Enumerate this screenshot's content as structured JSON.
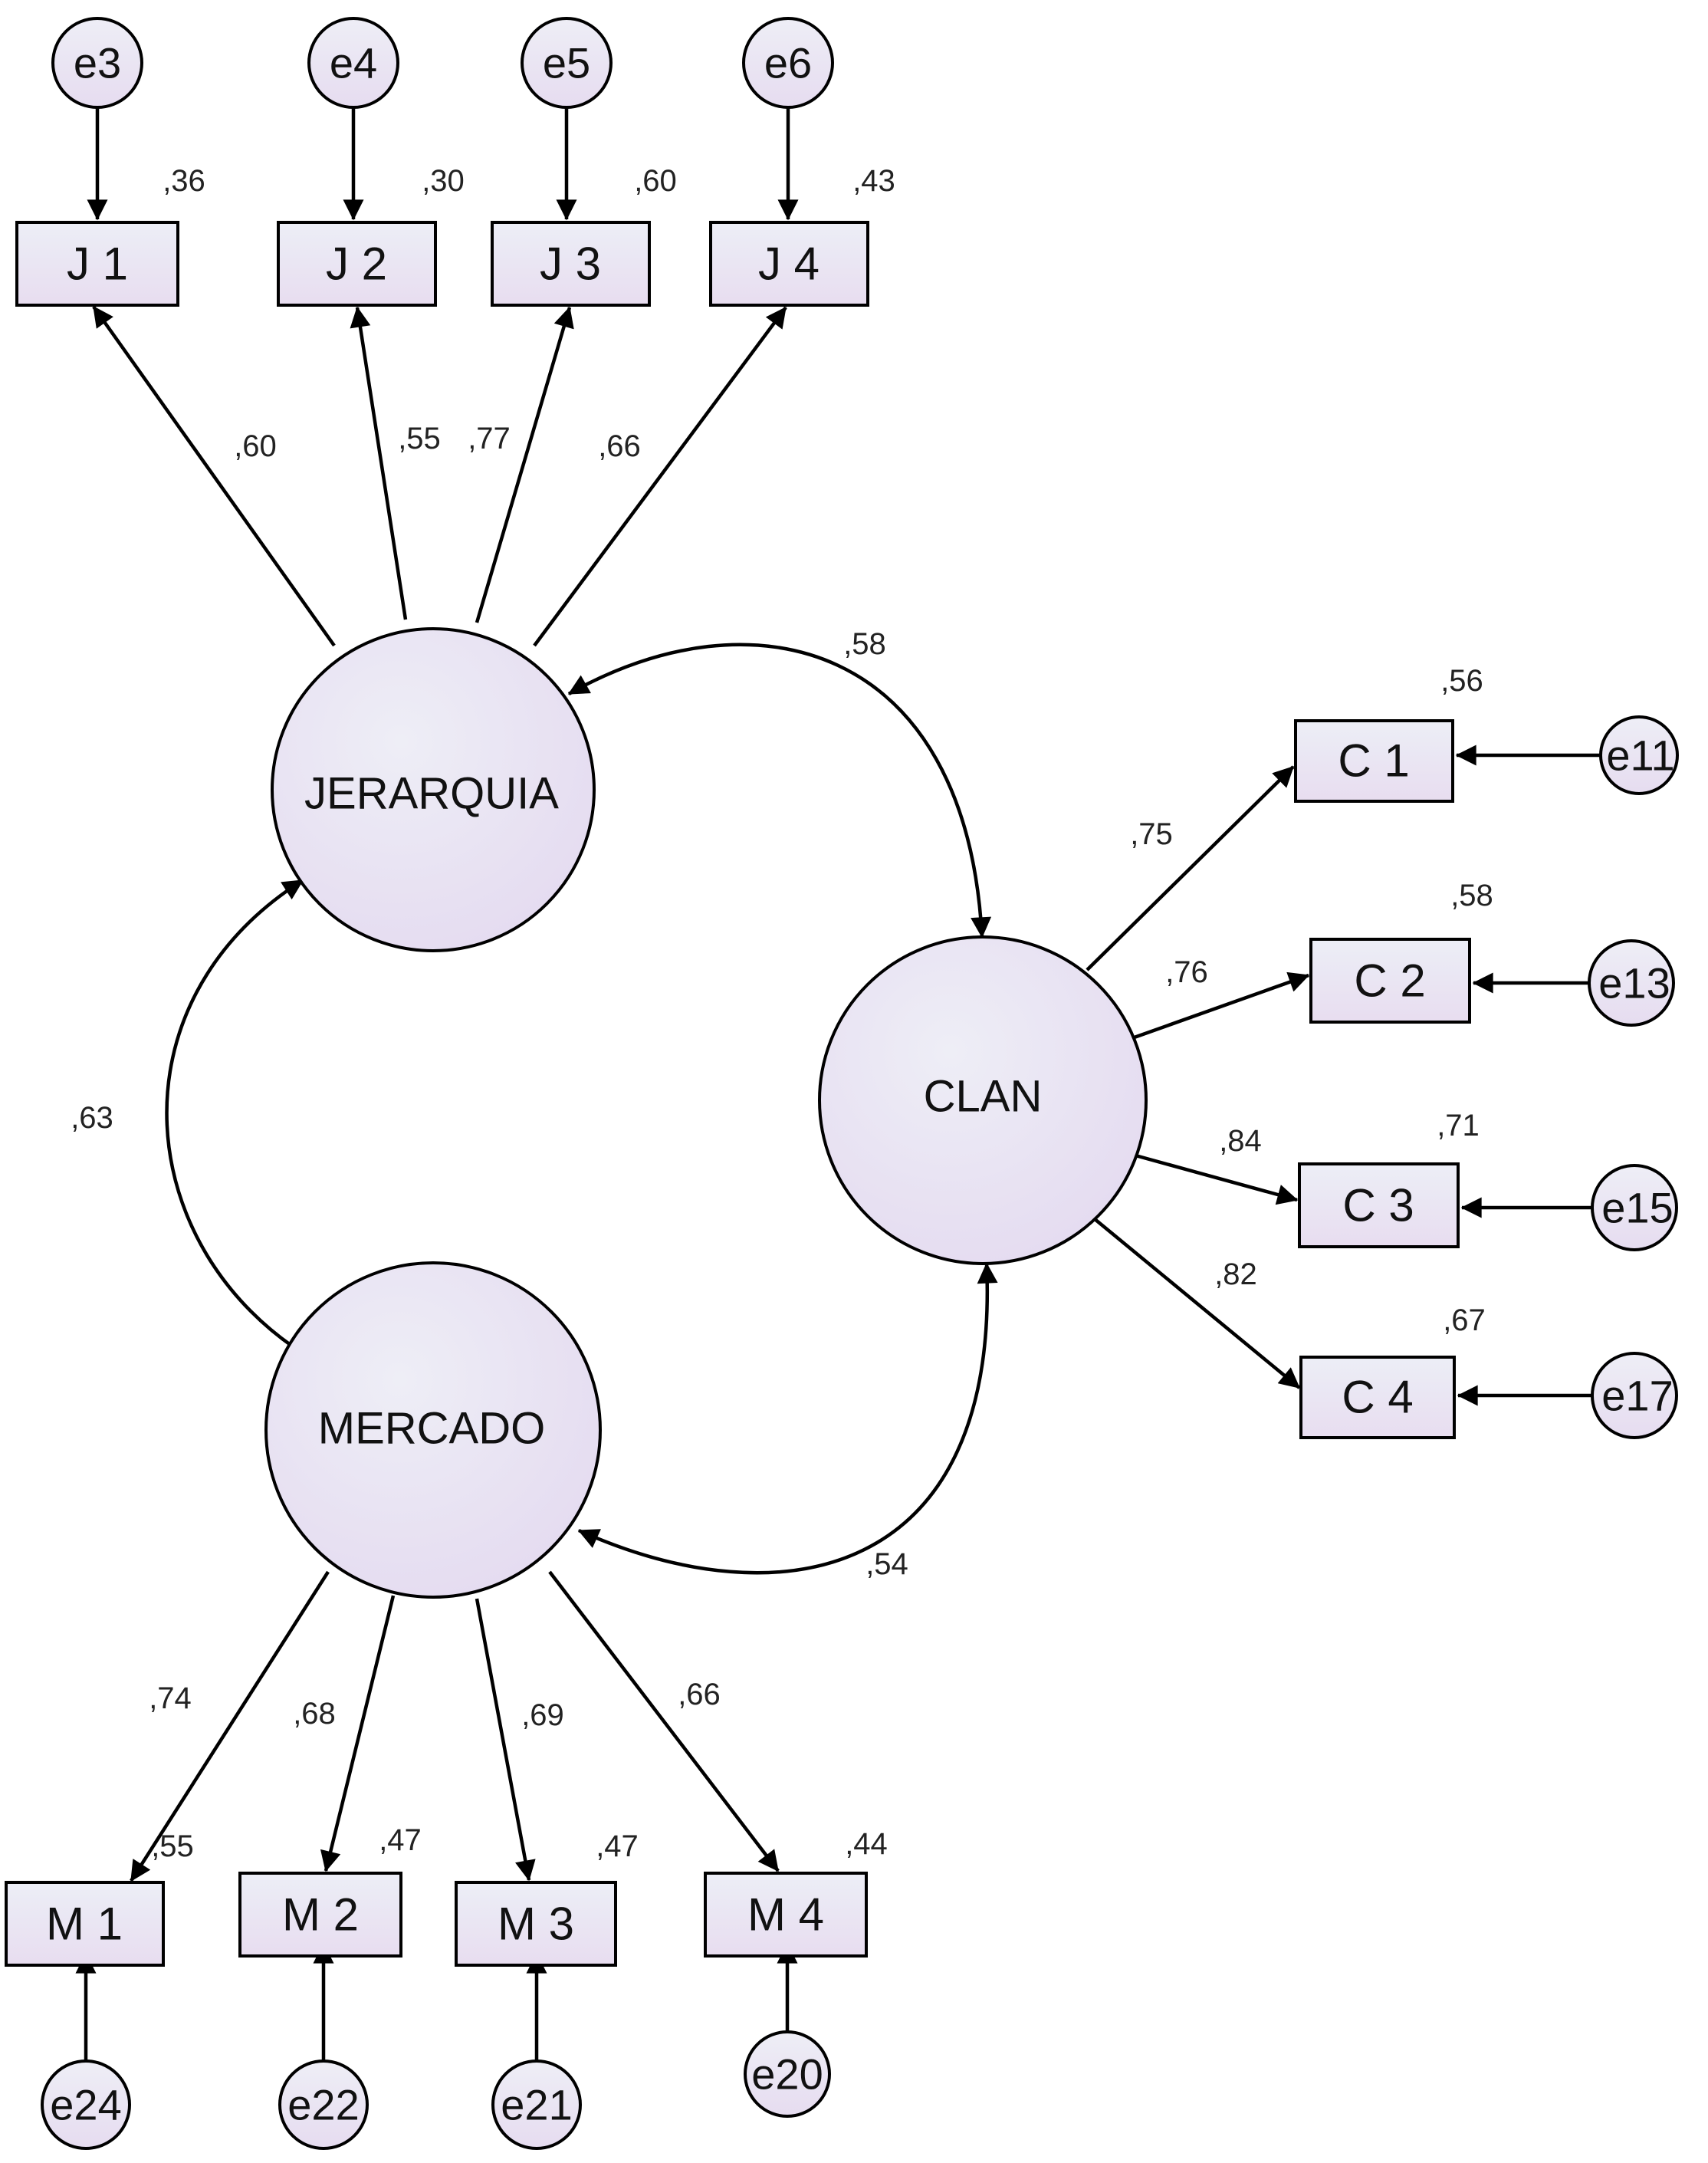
{
  "latents": {
    "jerarquia": "JERARQUIA",
    "clan": "CLAN",
    "mercado": "MERCADO"
  },
  "indicators": {
    "J1": "J 1",
    "J2": "J 2",
    "J3": "J 3",
    "J4": "J 4",
    "C1": "C 1",
    "C2": "C 2",
    "C3": "C 3",
    "C4": "C 4",
    "M1": "M 1",
    "M2": "M 2",
    "M3": "M 3",
    "M4": "M 4"
  },
  "errors": {
    "e3": "e3",
    "e4": "e4",
    "e5": "e5",
    "e6": "e6",
    "e11": "e11",
    "e13": "e13",
    "e15": "e15",
    "e17": "e17",
    "e24": "e24",
    "e22": "e22",
    "e21": "e21",
    "e20": "e20"
  },
  "r_squared": {
    "J1": ",36",
    "J2": ",30",
    "J3": ",60",
    "J4": ",43",
    "C1": ",56",
    "C2": ",58",
    "C3": ",71",
    "C4": ",67",
    "M1": ",55",
    "M2": ",47",
    "M3": ",47",
    "M4": ",44"
  },
  "loadings": {
    "J1": ",60",
    "J2": ",55",
    "J3": ",77",
    "J4": ",66",
    "C1": ",75",
    "C2": ",76",
    "C3": ",84",
    "C4": ",82",
    "M1": ",74",
    "M2": ",68",
    "M3": ",69",
    "M4": ",66"
  },
  "correlations": {
    "jerarquia_clan": ",58",
    "jerarquia_mercado": ",63",
    "mercado_clan": ",54"
  }
}
